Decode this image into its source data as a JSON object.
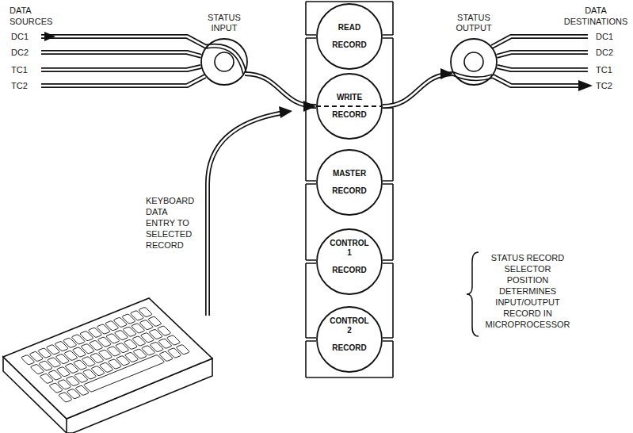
{
  "diagram": {
    "nodes": [
      {
        "text": [
          "STATUS INPUT"
        ]
      },
      {
        "text": [
          "READ",
          "RECORD"
        ]
      },
      {
        "text": [
          "WRITE",
          "RECORD"
        ]
      },
      {
        "text": [
          "MASTER",
          "RECORD"
        ]
      },
      {
        "text": [
          "CONTROL 1",
          "RECORD"
        ]
      },
      {
        "text": [
          "CONTROL 2",
          "RECORD"
        ]
      },
      {
        "text": [
          "STATUS OUTPUT"
        ]
      }
    ],
    "edges": [
      {
        "from": 0,
        "to": 2,
        "arrow": "to"
      },
      {
        "from": 2,
        "to": 6,
        "arrow": "to"
      }
    ],
    "labels": [
      "DATA SOURCES",
      "DC1",
      "DC2",
      "TC1",
      "TC2",
      "DATA DESTINATIONS",
      "DC1",
      "DC2",
      "TC1",
      "TC2",
      "KEYBOARD DATA ENTRY TO SELECTED RECORD",
      "STATUS RECORD SELECTOR POSITION DETERMINES INPUT/OUTPUT RECORD IN MICROPROCESSOR"
    ]
  }
}
